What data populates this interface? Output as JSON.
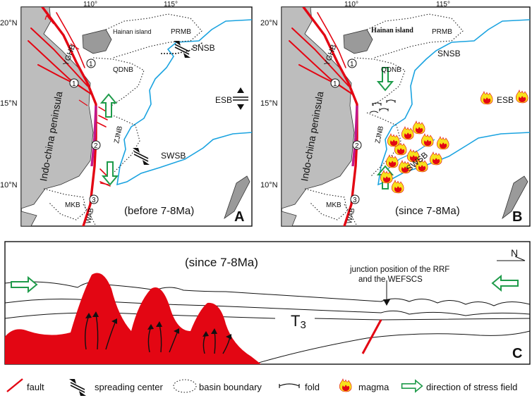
{
  "colors": {
    "fault": "#e30613",
    "magenta_fault": "#c2188b",
    "coastline": "#1aa3e0",
    "land": "#bdbdbd",
    "stress_arrow": "#1e9b4a",
    "magma_outer": "#f7e21b",
    "magma_inner": "#e30613"
  },
  "panel_a": {
    "lat_labels": [
      "20°N",
      "15°N",
      "10°N"
    ],
    "lon_labels": [
      "110°",
      "115°"
    ],
    "place_labels": {
      "hainan": "Hainan island",
      "prmb": "PRMB",
      "snsb": "SNSB",
      "qdnb": "QDNB",
      "yghb": "YGHB",
      "esb": "ESB",
      "zjnb": "ZJNB",
      "swsb": "SWSB",
      "mkb": "MKB",
      "wab": "WAB",
      "indochina": "Indo-china peninsula"
    },
    "markers": [
      "1",
      "1",
      "2",
      "3"
    ],
    "caption": "(before 7-8Ma)",
    "letter": "A"
  },
  "panel_b": {
    "lat_labels": [
      "20°N",
      "15°N",
      "10°N"
    ],
    "lon_labels": [
      "110°",
      "115°"
    ],
    "place_labels": {
      "hainan": "Hainan island",
      "prmb": "PRMB",
      "snsb": "SNSB",
      "qdnb": "QDNB",
      "yghb": "YGHB",
      "esb": "ESB",
      "zjnb": "ZJNB",
      "swsb": "SWSB",
      "mkb": "MKB",
      "wab": "WAB",
      "indochina": "Indo-china peninsula"
    },
    "markers": [
      "1",
      "1",
      "2",
      "3"
    ],
    "caption": "(since 7-8Ma)",
    "letter": "B"
  },
  "panel_c": {
    "title": "(since 7-8Ma)",
    "north": "N",
    "horizon": "T",
    "horizon_sub": "3",
    "junction_line1": "junction position of the RRF",
    "junction_line2": "and the WEFSCS",
    "letter": "C"
  },
  "legend": {
    "fault": "fault",
    "spreading": "spreading center",
    "basin": "basin boundary",
    "fold": "fold",
    "magma": "magma",
    "stress": "direction of stress field"
  }
}
